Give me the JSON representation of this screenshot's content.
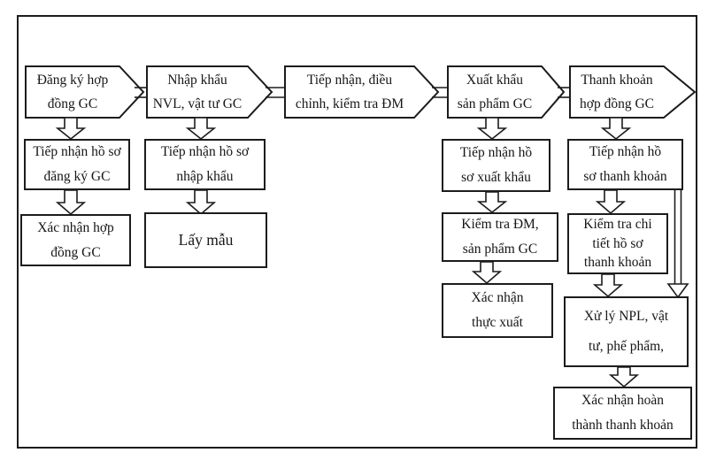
{
  "diagram": {
    "type": "flowchart",
    "language": "vi",
    "colors": {
      "stroke": "#1c1c1c",
      "text": "#161616",
      "background": "#ffffff"
    },
    "connector_styles": {
      "stage_link": "double-line-channel",
      "vertical_flow": "hollow-down-block-arrow",
      "bypass": "double-line-down-arrow"
    },
    "steps": [
      {
        "label": "Đăng ký hợp\nđồng GC"
      },
      {
        "label": "Nhập khẩu\nNVL, vật tư GC"
      },
      {
        "label": "Tiếp nhận, điều\nchỉnh, kiểm tra ĐM"
      },
      {
        "label": "Xuất khẩu\nsản phẩm GC"
      },
      {
        "label": "Thanh khoản\nhợp đồng GC"
      }
    ],
    "boxes": [
      {
        "id": "tiep-nhan-ho-so-dang-ky-gc",
        "label": "Tiếp nhận hồ sơ\nđăng ký GC"
      },
      {
        "id": "xac-nhan-hop-dong-gc",
        "label": "Xác nhận hợp\nđồng GC"
      },
      {
        "id": "tiep-nhan-ho-so-nhap-khau",
        "label": "Tiếp nhận hồ sơ\nnhập khẩu"
      },
      {
        "id": "lay-mau",
        "label": "Lấy mẫu"
      },
      {
        "id": "tiep-nhan-ho-so-xuat-khau",
        "label": "Tiếp nhận hồ\nsơ xuất khẩu"
      },
      {
        "id": "kiem-tra-dm-san-pham-gc",
        "label": "Kiểm tra ĐM,\nsản phẩm GC"
      },
      {
        "id": "xac-nhan-thuc-xuat",
        "label": "Xác nhận\nthực xuất"
      },
      {
        "id": "tiep-nhan-ho-so-thanh-khoan",
        "label": "Tiếp nhận hồ\nsơ thanh khoản"
      },
      {
        "id": "kiem-tra-chi-tiet-ho-so",
        "label": "Kiểm tra chi\ntiết hồ sơ\nthanh khoản"
      },
      {
        "id": "xu-ly-npl-vat-tu-phe-pham",
        "label": "Xử lý NPL, vật\ntư, phế phẩm,"
      },
      {
        "id": "xac-nhan-hoan-thanh",
        "label": "Xác nhận hoàn\nthành thanh khoản"
      }
    ]
  }
}
